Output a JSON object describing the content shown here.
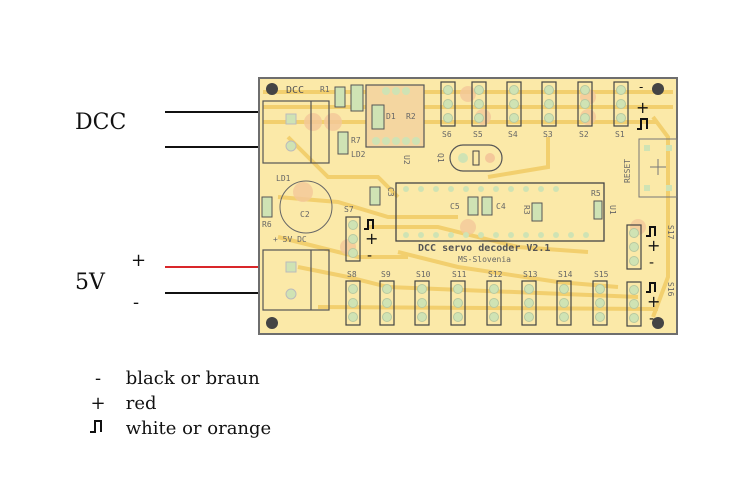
{
  "labels": {
    "dcc": "DCC",
    "five_v": "5V",
    "plus": "+",
    "minus": "-"
  },
  "board": {
    "title": "DCC servo decoder V2.1",
    "author": "MS-Slovenia",
    "dcc_label": "DCC",
    "power_label": "+ 5V DC",
    "reset_label": "RESET",
    "components": [
      "R1",
      "R7",
      "LD2",
      "D1",
      "R2",
      "U2",
      "Q1",
      "LD1",
      "R6",
      "C2",
      "C3",
      "C5",
      "C4",
      "R3",
      "R5",
      "U1"
    ],
    "top_servos": [
      "S6",
      "S5",
      "S4",
      "S3",
      "S2",
      "S1"
    ],
    "bottom_servos": [
      "S8",
      "S9",
      "S10",
      "S11",
      "S12",
      "S13",
      "S14",
      "S15"
    ],
    "side_servos": [
      "S7",
      "S17",
      "S16"
    ],
    "pin_symbols": {
      "minus": "-",
      "plus": "+",
      "signal": "⎍"
    }
  },
  "legend": [
    {
      "symbol": "-",
      "text": "black or braun"
    },
    {
      "symbol": "+",
      "text": "red"
    },
    {
      "symbol": "signal",
      "text": "white or orange"
    }
  ],
  "colors": {
    "board": "#fbe9a8",
    "trace": "#f2cf6e",
    "pad": "#cfe3b4",
    "outline": "#4a4a4a",
    "red_wire": "#d9262a"
  }
}
